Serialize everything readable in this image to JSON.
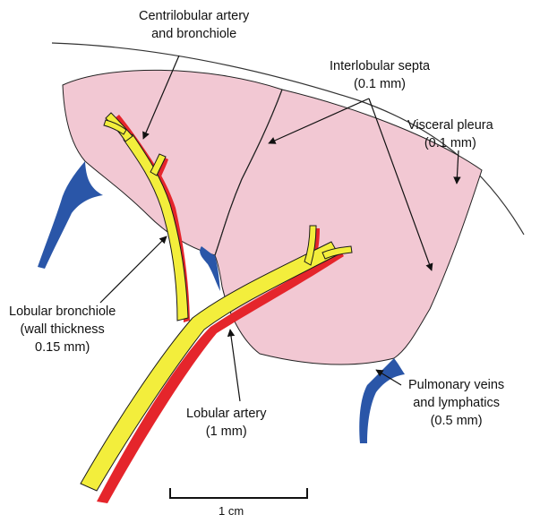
{
  "labels": {
    "centrilobular": [
      "Centrilobular artery",
      "and bronchiole"
    ],
    "septa": [
      "Interlobular septa",
      "(0.1 mm)"
    ],
    "pleura": [
      "Visceral pleura",
      "(0.1 mm)"
    ],
    "bronchiole": [
      "Lobular bronchiole",
      "(wall thickness",
      "0.15 mm)"
    ],
    "artery": [
      "Lobular artery",
      "(1 mm)"
    ],
    "veins": [
      "Pulmonary veins",
      "and lymphatics",
      "(0.5 mm)"
    ]
  },
  "scale_bar": {
    "label": "1 cm"
  },
  "colors": {
    "lobule_fill": "#f2c8d3",
    "bronchiole": "#f3ee3c",
    "artery": "#e5252b",
    "veins": "#2a56a8",
    "outline": "#1a1a1a"
  }
}
